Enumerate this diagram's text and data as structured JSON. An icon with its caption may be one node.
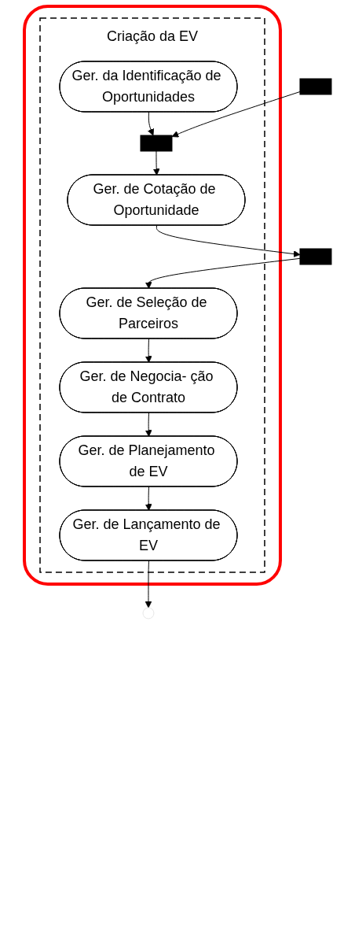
{
  "diagram": {
    "nodes": [
      {
        "text": [],
        "shape": "box"
      },
      {
        "text": [
          "Criação da EV"
        ],
        "in": 0
      },
      {
        "text": [
          "Ger. da Identificação de Oportunidades"
        ],
        "in": 1
      },
      {
        "text": [],
        "shape": "bar"
      },
      {
        "text": [],
        "shape": "bar",
        "in": 1
      },
      {
        "text": [
          "Ger. de Cotação de Oportunidade"
        ],
        "in": 1
      },
      {
        "text": [],
        "shape": "bar"
      },
      {
        "text": [
          "Ger. de Seleção de Parceiros"
        ],
        "in": 1
      },
      {
        "text": [
          "Ger. de Negocia- ção de Contrato"
        ],
        "in": 1
      },
      {
        "text": [
          "Ger. de Planejamento de EV"
        ],
        "in": 1
      },
      {
        "text": [
          "Ger. de Lançamento de EV"
        ],
        "in": 1
      }
    ],
    "edges": [
      {
        "from": 2,
        "to": 4,
        "arrow": "to"
      },
      {
        "from": 3,
        "to": 4,
        "arrow": "to"
      },
      {
        "from": 4,
        "to": 5,
        "arrow": "to"
      },
      {
        "from": 5,
        "to": 6,
        "arrow": "to"
      },
      {
        "from": 6,
        "to": 7,
        "arrow": "to"
      },
      {
        "from": 7,
        "to": 8,
        "arrow": "to"
      },
      {
        "from": 8,
        "to": 9,
        "arrow": "to"
      },
      {
        "from": 9,
        "to": 10,
        "arrow": "to"
      },
      {
        "from": 10,
        "to": null,
        "arrow": "to"
      }
    ]
  }
}
